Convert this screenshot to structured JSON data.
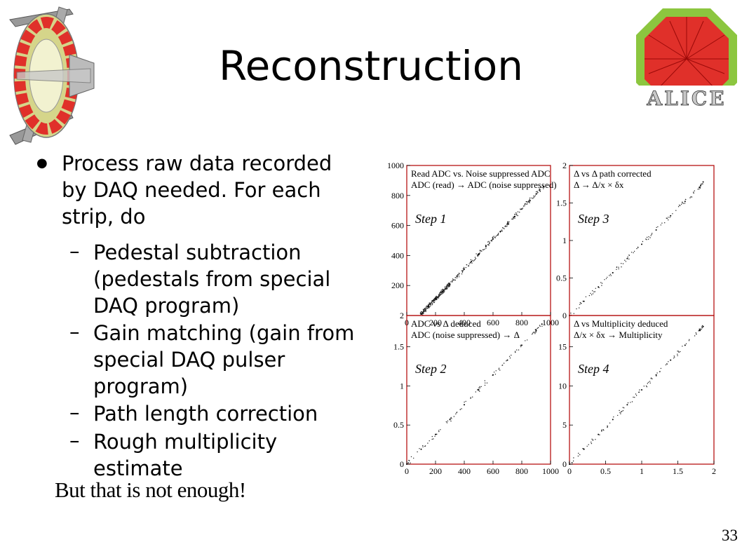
{
  "slide": {
    "title": "Reconstruction",
    "bullet": "Process raw data recorded by DAQ needed. For each strip, do",
    "sub_bullets": [
      "Pedestal subtraction (pedestals from special DAQ program)",
      "Gain matching (gain from special DAQ pulser program)",
      "Path length correction",
      "Rough multiplicity estimate"
    ],
    "note": "But that is not enough!",
    "page_number": "33"
  },
  "logos": {
    "right": "ALICE"
  },
  "colors": {
    "frame": "#b00000",
    "accent_green": "#8cc63f",
    "accent_red": "#e0302a"
  },
  "chart_data": [
    {
      "type": "scatter",
      "step": "Step 1",
      "legend": [
        "Read ADC vs. Noise suppressed ADC",
        "ADC (read) → ADC (noise suppressed)"
      ],
      "xlim": [
        0,
        1000
      ],
      "ylim": [
        0,
        1000
      ],
      "xticks": [
        "0",
        "200",
        "400",
        "600",
        "800",
        "1000"
      ],
      "yticks": [
        "2",
        "200",
        "400",
        "600",
        "800",
        "1000"
      ],
      "points": [
        [
          100,
          10
        ],
        [
          150,
          60
        ],
        [
          200,
          110
        ],
        [
          250,
          160
        ],
        [
          300,
          210
        ],
        [
          350,
          260
        ],
        [
          400,
          310
        ],
        [
          450,
          360
        ],
        [
          500,
          410
        ],
        [
          550,
          460
        ],
        [
          600,
          510
        ],
        [
          650,
          560
        ],
        [
          700,
          610
        ],
        [
          750,
          660
        ],
        [
          800,
          710
        ],
        [
          850,
          760
        ],
        [
          900,
          810
        ],
        [
          950,
          860
        ]
      ]
    },
    {
      "type": "scatter",
      "step": "Step 2",
      "legend": [
        "ADC vs Δ deduced",
        "ADC (noise suppressed) → Δ"
      ],
      "xlim": [
        0,
        1000
      ],
      "ylim": [
        0,
        1.9
      ],
      "xticks": [
        "0",
        "200",
        "400",
        "600",
        "800",
        "1000"
      ],
      "yticks": [
        "0",
        "0.5",
        "1",
        "1.5"
      ],
      "points": [
        [
          0,
          0
        ],
        [
          100,
          0.19
        ],
        [
          200,
          0.38
        ],
        [
          300,
          0.57
        ],
        [
          400,
          0.76
        ],
        [
          500,
          0.95
        ],
        [
          600,
          1.14
        ],
        [
          700,
          1.33
        ],
        [
          800,
          1.52
        ],
        [
          900,
          1.71
        ],
        [
          940,
          1.79
        ]
      ]
    },
    {
      "type": "scatter",
      "step": "Step 3",
      "legend": [
        "Δ vs Δ path corrected",
        "Δ → Δ/x × δx"
      ],
      "xlim": [
        0,
        2
      ],
      "ylim": [
        0,
        2
      ],
      "xticks": [],
      "yticks": [
        "0",
        "0.5",
        "1",
        "1.5",
        "2"
      ],
      "points": [
        [
          0,
          0
        ],
        [
          0.2,
          0.19
        ],
        [
          0.4,
          0.38
        ],
        [
          0.6,
          0.57
        ],
        [
          0.8,
          0.76
        ],
        [
          1.0,
          0.95
        ],
        [
          1.2,
          1.14
        ],
        [
          1.4,
          1.33
        ],
        [
          1.6,
          1.52
        ],
        [
          1.8,
          1.71
        ],
        [
          1.85,
          1.78
        ]
      ]
    },
    {
      "type": "scatter",
      "step": "Step 4",
      "legend": [
        "Δ vs Multiplicity deduced",
        "Δ/x × δx → Multiplicity"
      ],
      "xlim": [
        0,
        2
      ],
      "ylim": [
        0,
        19
      ],
      "xticks": [
        "0",
        "0.5",
        "1",
        "1.5",
        "2"
      ],
      "yticks": [
        "0",
        "5",
        "10",
        "15"
      ],
      "points": [
        [
          0,
          0
        ],
        [
          0.2,
          1.9
        ],
        [
          0.4,
          3.8
        ],
        [
          0.6,
          5.7
        ],
        [
          0.8,
          7.6
        ],
        [
          1.0,
          9.5
        ],
        [
          1.2,
          11.4
        ],
        [
          1.4,
          13.3
        ],
        [
          1.6,
          15.2
        ],
        [
          1.8,
          17.1
        ],
        [
          1.85,
          17.6
        ]
      ]
    }
  ]
}
